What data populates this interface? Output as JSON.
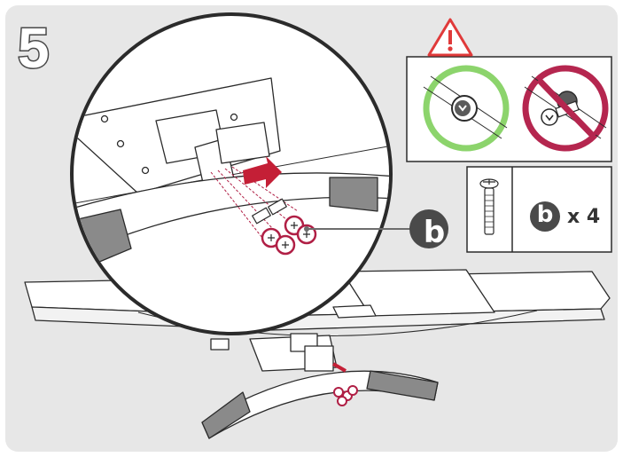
{
  "step": {
    "number": "5"
  },
  "parts": {
    "callout_letter": "b",
    "quantity_letter": "b",
    "quantity_count": "x 4"
  },
  "icons": {
    "warning": "warning-triangle-icon",
    "correct": "correct-screw-check-icon",
    "incorrect": "incorrect-screw-prohibited-icon",
    "screw": "screw-icon"
  },
  "colors": {
    "panel_background": "#e7e7e7",
    "warning_red": "#e03a3a",
    "correct_green": "#8cd46c",
    "incorrect_magenta": "#b5264f",
    "screw_accent": "#b01f45",
    "callout_dark": "#4a4a4a"
  }
}
